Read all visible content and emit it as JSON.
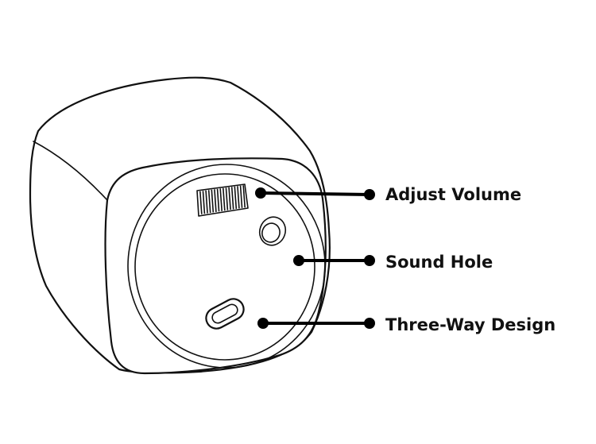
{
  "diagram": {
    "callouts": [
      {
        "id": "adjust-volume",
        "label": "Adjust Volume"
      },
      {
        "id": "sound-hole",
        "label": "Sound Hole"
      },
      {
        "id": "three-way-design",
        "label": "Three-Way Design"
      }
    ],
    "colors": {
      "line": "#111111",
      "fill": "#ffffff",
      "leader": "#000000",
      "label": "#111111"
    }
  }
}
